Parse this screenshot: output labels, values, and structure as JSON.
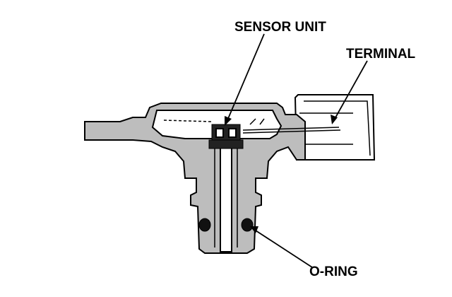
{
  "diagram": {
    "labels": {
      "sensor_unit": "SENSOR UNIT",
      "terminal": "TERMINAL",
      "o_ring": "O-RING"
    },
    "colors": {
      "body_fill": "#bdbdbd",
      "outline": "#000000",
      "background": "#ffffff"
    }
  }
}
